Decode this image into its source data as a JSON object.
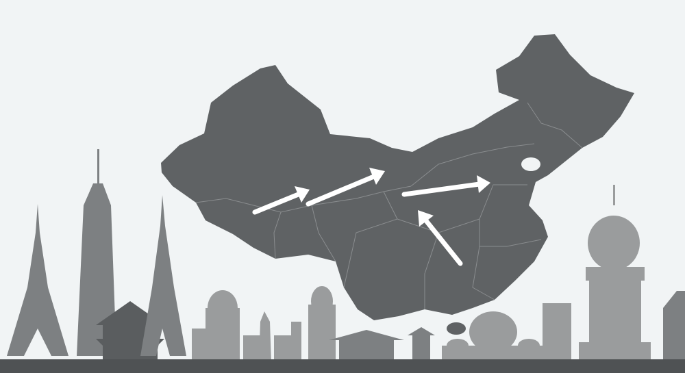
{
  "colors": {
    "background": "#f1f4f5",
    "map_fill": "#5f6264",
    "map_borders": "#8a8d8f",
    "arrow": "#ffffff",
    "skyline_light": "#9a9c9d",
    "skyline_mid": "#7d8082",
    "skyline_dark": "#5a5d5f",
    "ground": "#4f5254"
  },
  "icons": [
    "map-of-china",
    "migration-arrows",
    "city-skyline-landmarks"
  ]
}
